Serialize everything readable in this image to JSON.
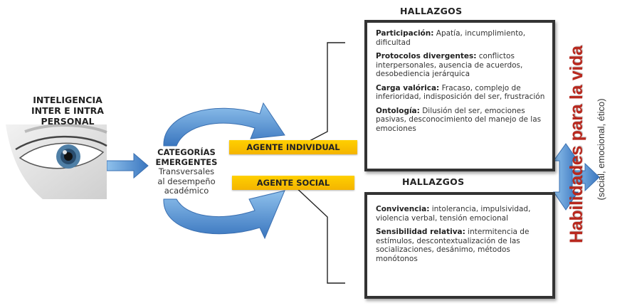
{
  "left": {
    "title_lines": [
      "INTELIGENCIA",
      "INTER E INTRA",
      "PERSONAL"
    ],
    "eye_icon": "eye-photo-icon"
  },
  "center": {
    "title_lines": [
      "CATEGORÍAS",
      "EMERGENTES"
    ],
    "subtitle_lines": [
      "Transversales",
      "al desempeño",
      "académico"
    ]
  },
  "tags": {
    "individual": "AGENTE INDIVIDUAL",
    "social": "AGENTE SOCIAL"
  },
  "findings_individual": {
    "heading": "HALLAZGOS",
    "items": [
      {
        "term": "Participación:",
        "text": " Apatía, incumplimiento, dificultad"
      },
      {
        "term": "Protocolos divergentes:",
        "text": " conflictos interpersonales, ausencia de acuerdos,  desobediencia jerárquica"
      },
      {
        "term": "Carga valórica:",
        "text": " Fracaso, complejo de inferioridad, indisposición del ser, frustración"
      },
      {
        "term": "Ontología:",
        "text": " Dilusión del ser, emociones pasivas, desconocimiento del manejo de las emociones"
      }
    ]
  },
  "findings_social": {
    "heading": "HALLAZGOS",
    "items": [
      {
        "term": "Convivencia:",
        "text": " intolerancia, impulsividad, violencia verbal, tensión emocional"
      },
      {
        "term": "Sensibilidad relativa:",
        "text": " intermitencia de estímulos, descontextualización de las socializaciones, desánimo, métodos monótonos"
      }
    ]
  },
  "result": {
    "title": "Habilidades para la vida",
    "subtitle": "(social, emocional, ético)"
  },
  "colors": {
    "arrow_blue": "#4a86c8",
    "tag_yellow": "#f6bc00",
    "title_red": "#b8281e",
    "box_border": "#333333"
  }
}
